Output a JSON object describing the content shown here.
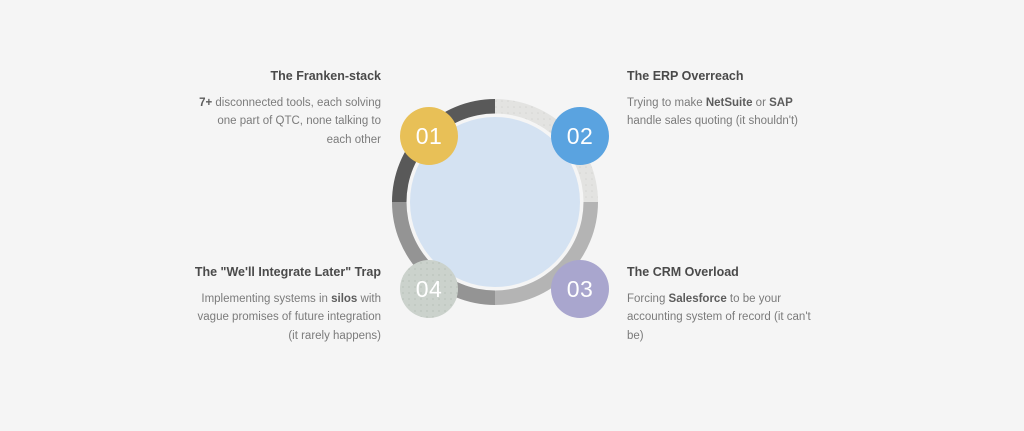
{
  "theme": {
    "background": "#f5f5f5",
    "inner_disc": "#d4e2f2",
    "title_color": "#4a4a4a",
    "body_color": "#7b7b7b"
  },
  "diagram": {
    "type": "donut-quadrants",
    "inner_disc_color": "#d4e2f2",
    "segments": [
      {
        "name": "segment-01-top-left",
        "quadrant": "top-left",
        "color": "#595959",
        "start_deg": 270,
        "end_deg": 360
      },
      {
        "name": "segment-02-top-right",
        "quadrant": "top-right",
        "color": "#e3e3e1",
        "start_deg": 0,
        "end_deg": 90
      },
      {
        "name": "segment-03-bottom-right",
        "quadrant": "bottom-right",
        "color": "#b4b4b4",
        "start_deg": 90,
        "end_deg": 180
      },
      {
        "name": "segment-04-bottom-left",
        "quadrant": "bottom-left",
        "color": "#949494",
        "start_deg": 180,
        "end_deg": 270
      }
    ]
  },
  "items": [
    {
      "number": "01",
      "badge_color": "#e8c057",
      "title": "The Franken-stack",
      "body_parts": [
        {
          "text": "7+",
          "bold": true
        },
        {
          "text": " disconnected tools, each solving one part of QTC, none talking to each other",
          "bold": false
        }
      ],
      "body_plain": "7+ disconnected tools, each solving one part of QTC, none talking to each other"
    },
    {
      "number": "02",
      "badge_color": "#5aa3e0",
      "title": "The ERP Overreach",
      "body_parts": [
        {
          "text": "Trying to make ",
          "bold": false
        },
        {
          "text": "NetSuite",
          "bold": true
        },
        {
          "text": " or ",
          "bold": false
        },
        {
          "text": "SAP",
          "bold": true
        },
        {
          "text": " handle sales quoting (it shouldn't)",
          "bold": false
        }
      ],
      "body_plain": "Trying to make NetSuite or SAP handle sales quoting (it shouldn't)"
    },
    {
      "number": "03",
      "badge_color": "#a9a6ce",
      "title": "The CRM Overload",
      "body_parts": [
        {
          "text": "Forcing ",
          "bold": false
        },
        {
          "text": "Salesforce",
          "bold": true
        },
        {
          "text": " to be your accounting system of record (it can't be)",
          "bold": false
        }
      ],
      "body_plain": "Forcing Salesforce to be your accounting system of record (it can't be)"
    },
    {
      "number": "04",
      "badge_color": "#cbd2cc",
      "title": "The \"We'll Integrate Later\" Trap",
      "body_parts": [
        {
          "text": "Implementing systems in ",
          "bold": false
        },
        {
          "text": "silos",
          "bold": true
        },
        {
          "text": " with vague promises of future integration (it rarely happens)",
          "bold": false
        }
      ],
      "body_plain": "Implementing systems in silos with vague promises of future integration (it rarely happens)"
    }
  ]
}
